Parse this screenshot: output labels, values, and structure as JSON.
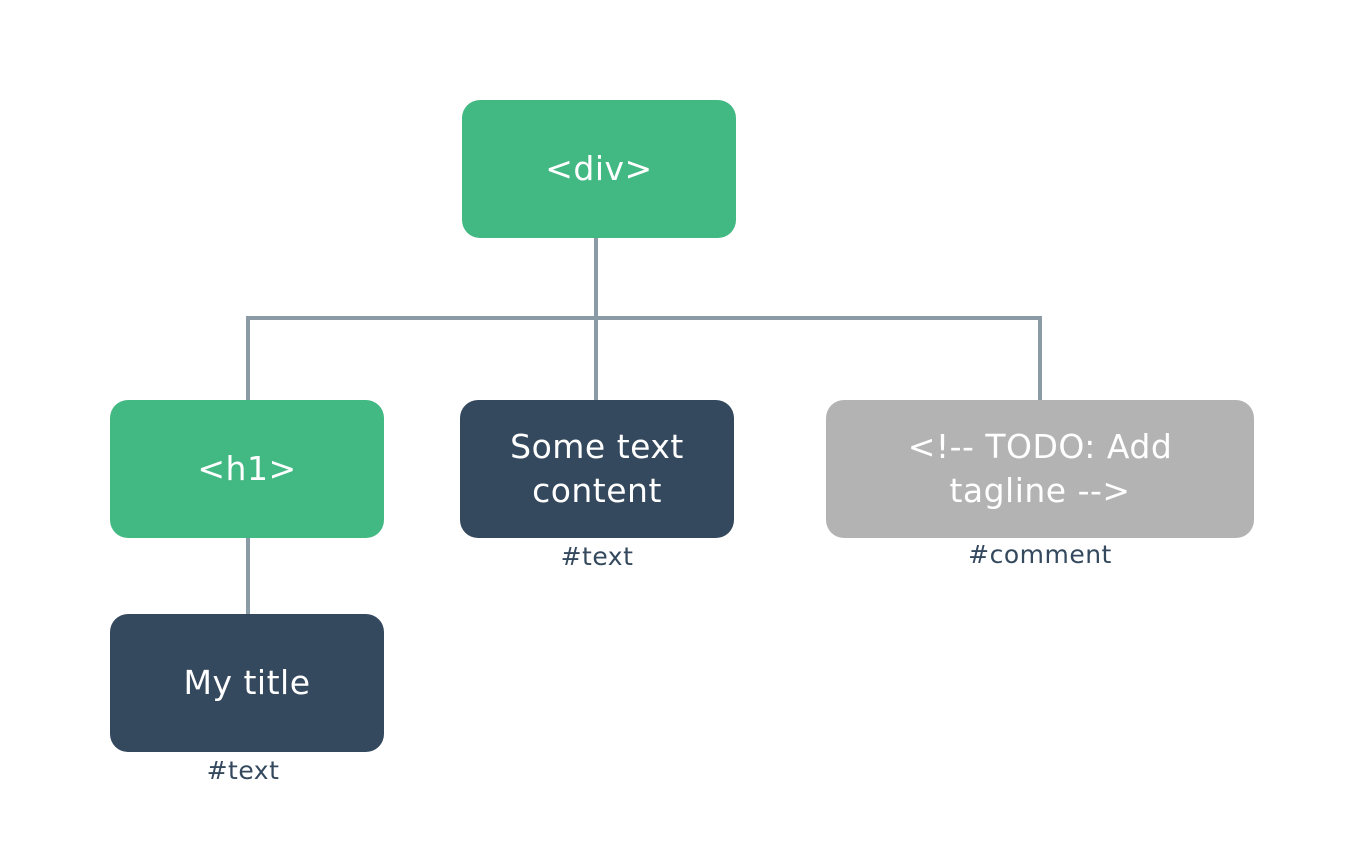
{
  "colors": {
    "element": "#42b883",
    "text_node": "#35495e",
    "comment_node": "#b3b3b3",
    "connector": "#8a9ba6",
    "label": "#35495e"
  },
  "nodes": {
    "div": {
      "label": "<div>"
    },
    "h1": {
      "label": "<h1>"
    },
    "some_text": {
      "label": "Some text content",
      "type_label": "#text"
    },
    "comment": {
      "label": "<!-- TODO: Add tagline  -->",
      "type_label": "#comment"
    },
    "my_title": {
      "label": "My title",
      "type_label": "#text"
    }
  }
}
